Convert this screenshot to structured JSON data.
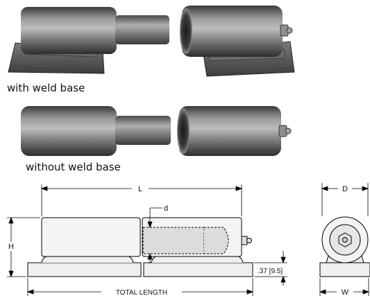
{
  "captions": {
    "with_weld_base": "with weld base",
    "without_weld_base": "without weld base"
  },
  "dimensions": {
    "length": "L",
    "diameter_pin": "d",
    "height": "H",
    "base_thickness": ".37 [9.5]",
    "total_length": "TOTAL LENGTH",
    "outer_diameter": "D",
    "width": "W"
  },
  "colors": {
    "steel_dark": "#4d4d4f",
    "steel_mid": "#8a8a8c",
    "steel_light": "#c4c4c6",
    "drawing_line": "#000000",
    "drawing_fill": "#eeeeee",
    "hidden_fill": "#d8d8d8"
  }
}
